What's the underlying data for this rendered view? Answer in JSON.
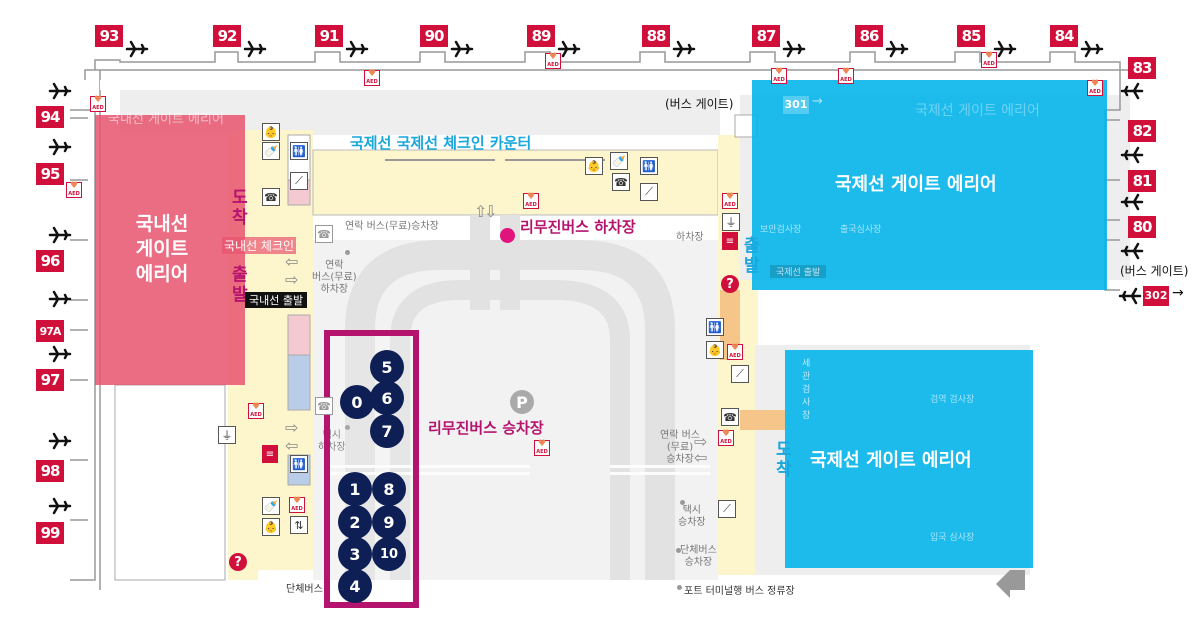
{
  "gates_top": [
    "93",
    "92",
    "91",
    "90",
    "89",
    "88",
    "87",
    "86",
    "85",
    "84"
  ],
  "gates_left": [
    "94",
    "95",
    "96",
    "97A",
    "97",
    "98",
    "99"
  ],
  "gates_right": [
    "83",
    "82",
    "81",
    "80"
  ],
  "bus_gate_labels": {
    "top": "(버스 게이트)",
    "right": "(버스 게이트)",
    "top_number": "301",
    "bottom_number": "302"
  },
  "areas": {
    "domestic_gate_area": "국내선\n게이트\n에리어",
    "domestic_gate_area_faint": "국내선 게이트 에리어",
    "intl_gate_area_top": "국제선 게이트 에리어",
    "intl_gate_area_top_faint": "국제선 게이트 에리어",
    "intl_gate_area_bottom": "국제선 게이트 에리어"
  },
  "labels": {
    "checkin_counter": "국제선 국제선 체크인 카운터",
    "domestic_checkin": "국내선 체크인",
    "domestic_departure": "국내선 출발",
    "intl_departure_faint": "국제선 출발",
    "arrival_left": "도\n착",
    "departure_left": "출\n발",
    "departure_right": "출\n발",
    "arrival_right": "도\n착",
    "limo_dropoff": "리무진버스 하차장",
    "limo_dropoff_suffix": "하차장",
    "limo_boarding": "리무진버스 승차장",
    "shuttle_bus_stop_top": "연락 버스(무료)승차장",
    "shuttle_bus_dropoff_left": "연락\n버스(무료)\n하차장",
    "taxi_dropoff": "택시\n하차장",
    "shuttle_bus_boarding_right": "연락 버스\n(무료)\n승차장",
    "taxi_boarding": "택시\n승차장",
    "group_bus_boarding": "단체버스\n승차장",
    "port_terminal_bus": "포트 터미널행 버스 정류장",
    "group_bus_bottom": "단체버스",
    "security_check": "보안검사장",
    "immigration_check": "출국심사장",
    "quarantine": "검역 검사장",
    "entry_check": "입국 심사장",
    "customs": "세관검사장",
    "parking": "P",
    "aed": "AED",
    "info": "?"
  },
  "bus_stops": [
    "5",
    "0",
    "6",
    "7",
    "1",
    "8",
    "2",
    "9",
    "3",
    "10",
    "4"
  ],
  "colors": {
    "gate_red": "#d0103a",
    "domestic_pink": "#e8546f",
    "intl_blue": "#00b4ec",
    "stop_navy": "#0e1f55",
    "limo_magenta": "#b5146e",
    "corridor_yellow": "#fdf6cc"
  }
}
